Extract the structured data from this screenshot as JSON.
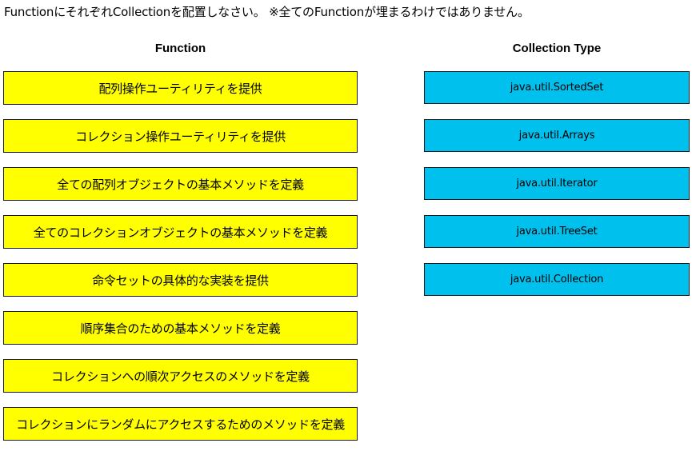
{
  "instruction": "FunctionにそれぞれCollectionを配置しなさい。 ※全てのFunctionが埋まるわけではありません。",
  "function_header": "Function",
  "collection_header": "Collection Type",
  "functions": [
    "配列操作ユーティリティを提供",
    "コレクション操作ユーティリティを提供",
    "全ての配列オブジェクトの基本メソッドを定義",
    "全てのコレクションオブジェクトの基本メソッドを定義",
    "命令セットの具体的な実装を提供",
    "順序集合のための基本メソッドを定義",
    "コレクションへの順次アクセスのメソッドを定義",
    "コレクションにランダムにアクセスするためのメソッドを定義"
  ],
  "collections": [
    "java.util.SortedSet",
    "java.util.Arrays",
    "java.util.Iterator",
    "java.util.TreeSet",
    "java.util.Collection"
  ],
  "colors": {
    "function_box": "#ffff00",
    "collection_box": "#00c0ee",
    "border": "#1a1a1a"
  }
}
